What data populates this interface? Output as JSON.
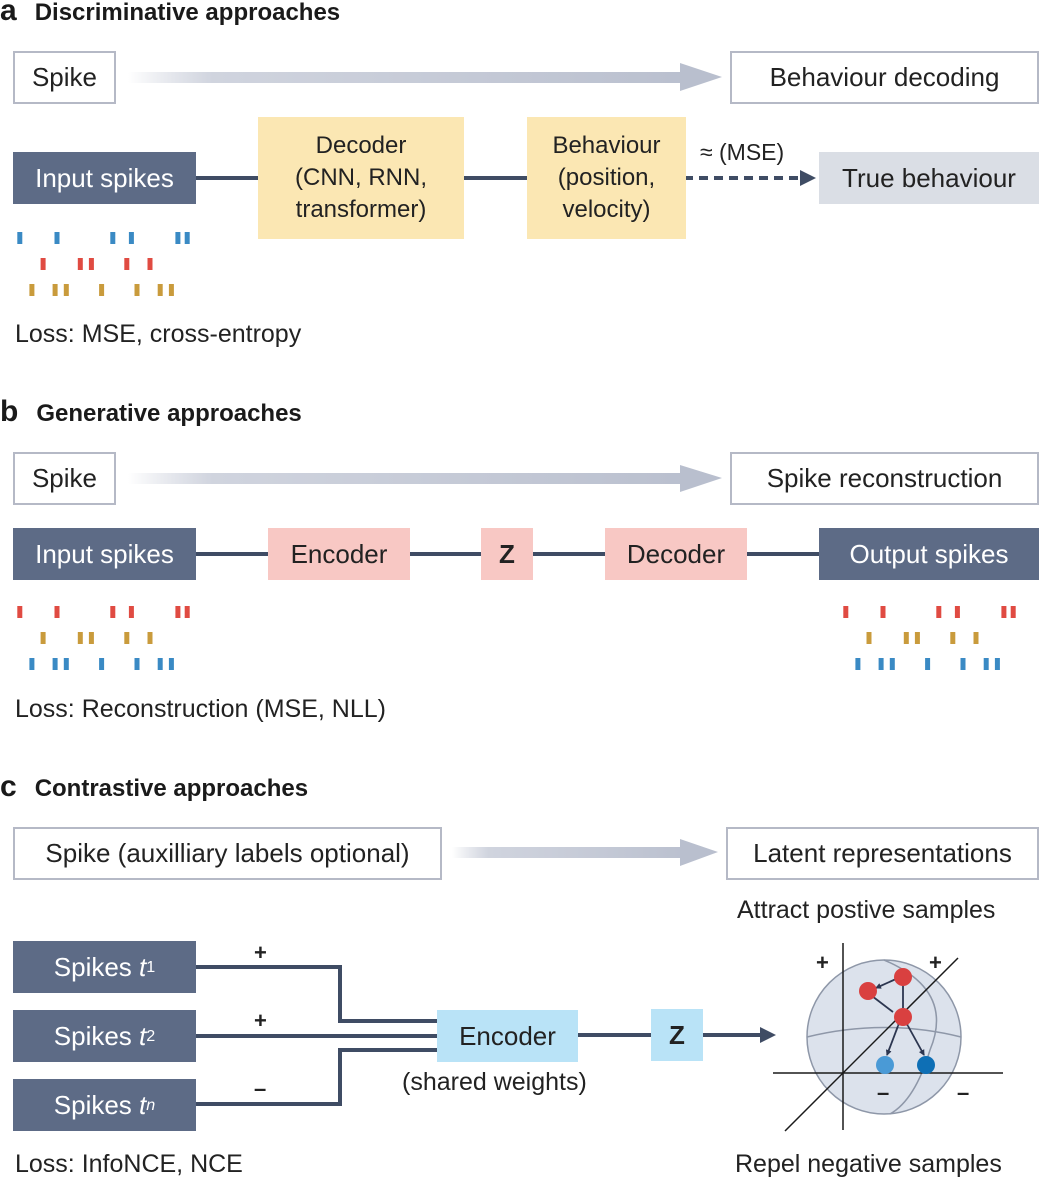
{
  "colors": {
    "dark_box": "#5d6b86",
    "line": "#3f4c64",
    "yellow": "#fbe7b3",
    "pink": "#f8c8c4",
    "light_blue": "#b9e3f7",
    "grey_box": "#dadee5",
    "outline": "#b5b9c6",
    "spike_blue": "#3a8ac4",
    "spike_red": "#e04b42",
    "spike_gold": "#c99b3c",
    "sphere_fill": "#dce2ec",
    "point_red": "#d94040",
    "point_lightblue": "#4a9ad6",
    "point_darkblue": "#0e6fb5"
  },
  "panel_a": {
    "letter": "a",
    "title": "Discriminative approaches",
    "from_label": "Spike",
    "to_label": "Behaviour decoding",
    "input_label": "Input spikes",
    "decoder_lines": [
      "Decoder",
      "(CNN, RNN,",
      "transformer)"
    ],
    "behaviour_lines": [
      "Behaviour",
      "(position,",
      "velocity)"
    ],
    "comparison_label": "≈ (MSE)",
    "target_label": "True behaviour",
    "loss": "Loss: MSE, cross-entropy",
    "raster": {
      "rows": [
        {
          "color": "spike_blue",
          "ticks": [
            1,
            5,
            11,
            13,
            18,
            19
          ]
        },
        {
          "color": "spike_red",
          "ticks": [
            3.5,
            7.5,
            8.7,
            12.5,
            15
          ]
        },
        {
          "color": "spike_gold",
          "ticks": [
            2.3,
            4.8,
            6,
            9.8,
            13.6,
            16.1,
            17.3
          ]
        }
      ]
    }
  },
  "panel_b": {
    "letter": "b",
    "title": "Generative approaches",
    "from_label": "Spike",
    "to_label": "Spike reconstruction",
    "input_label": "Input spikes",
    "encoder_label": "Encoder",
    "latent_label": "Z",
    "decoder_label": "Decoder",
    "output_label": "Output spikes",
    "loss": "Loss: Reconstruction (MSE, NLL)",
    "raster": {
      "rows": [
        {
          "color": "spike_red",
          "ticks": [
            1,
            5,
            11,
            13,
            18,
            19
          ]
        },
        {
          "color": "spike_gold",
          "ticks": [
            3.5,
            7.5,
            8.7,
            12.5,
            15
          ]
        },
        {
          "color": "spike_blue",
          "ticks": [
            2.3,
            4.8,
            6,
            9.8,
            13.6,
            16.1,
            17.3
          ]
        }
      ]
    }
  },
  "panel_c": {
    "letter": "c",
    "title": "Contrastive approaches",
    "from_label": "Spike (auxilliary labels optional)",
    "to_label": "Latent representations",
    "inputs": [
      {
        "label": "Spikes ",
        "sub": "1",
        "sign": "+"
      },
      {
        "label": "Spikes ",
        "sub": "2",
        "sign": "+"
      },
      {
        "label": "Spikes ",
        "sub": "n",
        "sign": "–"
      }
    ],
    "time_symbol": "t",
    "encoder_label": "Encoder",
    "encoder_note": "(shared weights)",
    "latent_label": "Z",
    "attract_label": "Attract postive samples",
    "repel_label": "Repel negative samples",
    "loss": "Loss: InfoNCE, NCE",
    "quadrant_signs": [
      "+",
      "+",
      "–",
      "–"
    ]
  }
}
